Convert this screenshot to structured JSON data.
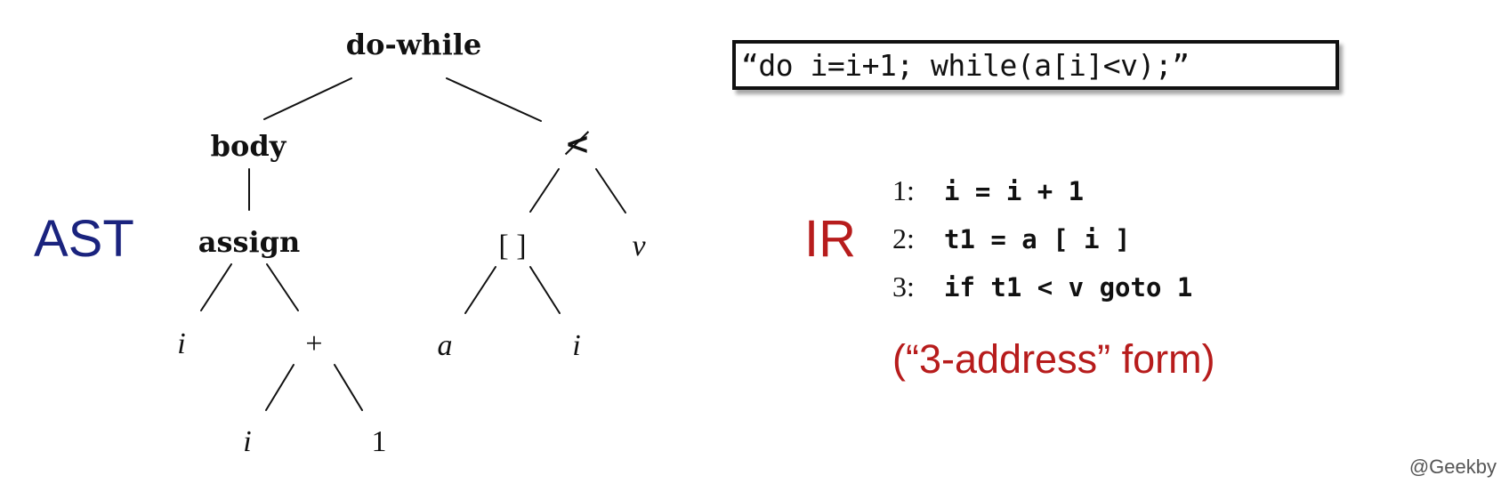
{
  "ast": {
    "label": "AST",
    "nodes": {
      "do_while": "do-while",
      "body": "body",
      "assign": "assign",
      "assign_lhs": "i",
      "plus": "+",
      "plus_left": "i",
      "plus_right": "1",
      "not_less": "≮",
      "index": "[ ]",
      "index_array": "a",
      "index_var": "i",
      "compare_rhs": "v"
    }
  },
  "source": {
    "text": "“do i=i+1; while(a[i]<v);”"
  },
  "ir": {
    "label": "IR",
    "lines": [
      {
        "num": "1:",
        "code": "i = i + 1"
      },
      {
        "num": "2:",
        "code": "t1 = a [ i ]"
      },
      {
        "num": "3:",
        "code": "if t1 < v goto 1"
      }
    ],
    "note": "(“3-address” form)"
  },
  "credit": "@Geekby",
  "colors": {
    "ast_label": "#1a237e",
    "ir_label": "#b71c1c",
    "note": "#b71c1c"
  }
}
